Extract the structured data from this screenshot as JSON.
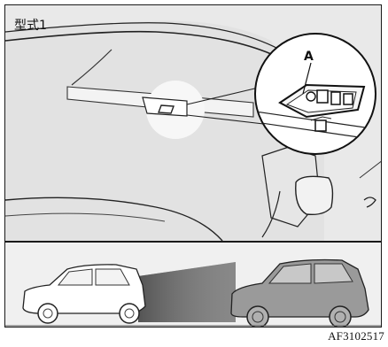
{
  "figure": {
    "type_label": "型式1",
    "callout_label": "A",
    "figure_id": "AF3102517"
  }
}
